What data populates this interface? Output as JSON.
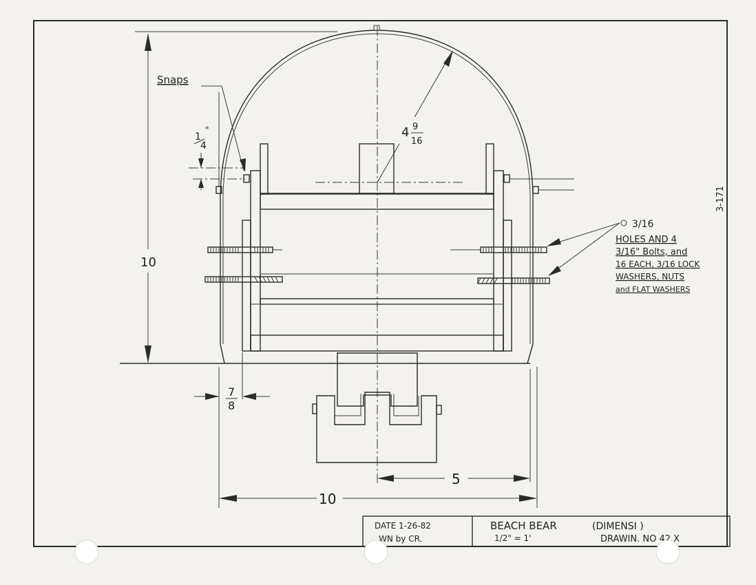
{
  "labels": {
    "snaps": "Snaps",
    "quarter_num": "1",
    "quarter_den": "4",
    "radius_whole": "4",
    "radius_num": "9",
    "radius_den": "16",
    "height": "10",
    "seven_num": "7",
    "seven_den": "8",
    "five": "5",
    "ten_width": "10",
    "sheet_id": "3-171"
  },
  "note": {
    "size": "3/16",
    "line1": "HOLES AND 4",
    "line2": "3/16\" Bolts, and",
    "line3": "16 EACH, 3/16 LOCK",
    "line4": "WASHERS, NUTS",
    "line5": "and FLAT WASHERS"
  },
  "title_block": {
    "date": "DATE 1-26-82",
    "drawn_by": "WN by CR.",
    "title": "BEACH BEAR",
    "dimensions": "(DIMENSI )",
    "scale": "1/2\" = 1'",
    "drawing_no": "DRAWIN. NO 42 X"
  }
}
